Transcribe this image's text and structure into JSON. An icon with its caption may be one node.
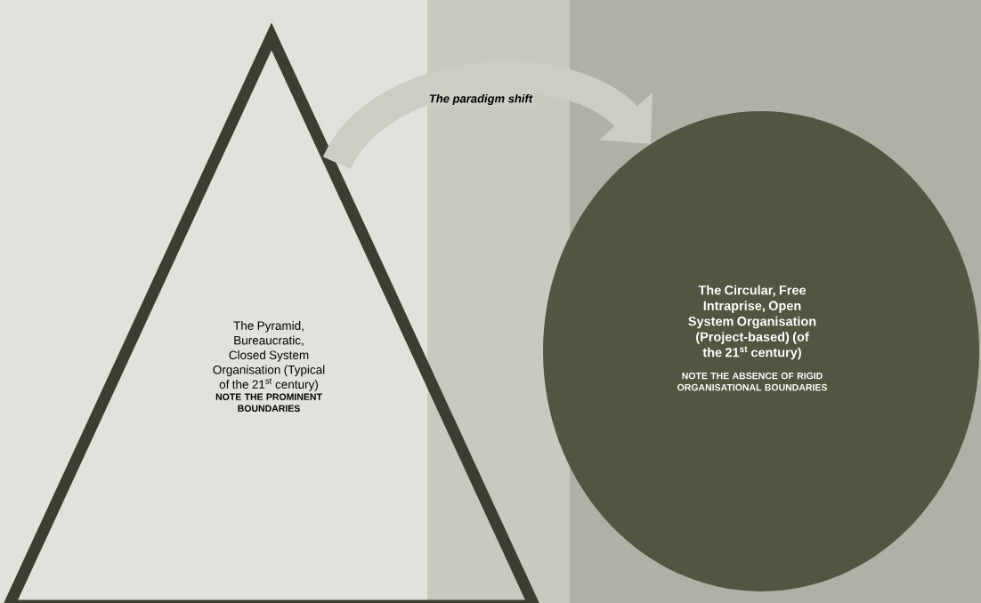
{
  "diagram": {
    "nodes": [
      {
        "text": [
          "The Pyramid, Bureaucratic, Closed System Organisation (Typical of the 21$^{st}$ century)",
          "NOTE THE PROMINENT BOUNDARIES"
        ]
      },
      {
        "text": [
          "The Circular, Free Intraprise, Open System Organisation (Project-based) (of the 21$^{st}$ century)",
          "NOTE THE ABSENCE OF RIGID ORGANISATIONAL BOUNDARIES"
        ]
      }
    ],
    "edges": [
      {
        "from": 0,
        "to": 1,
        "arrow": "to",
        "label": "The paradigm shift"
      }
    ]
  }
}
